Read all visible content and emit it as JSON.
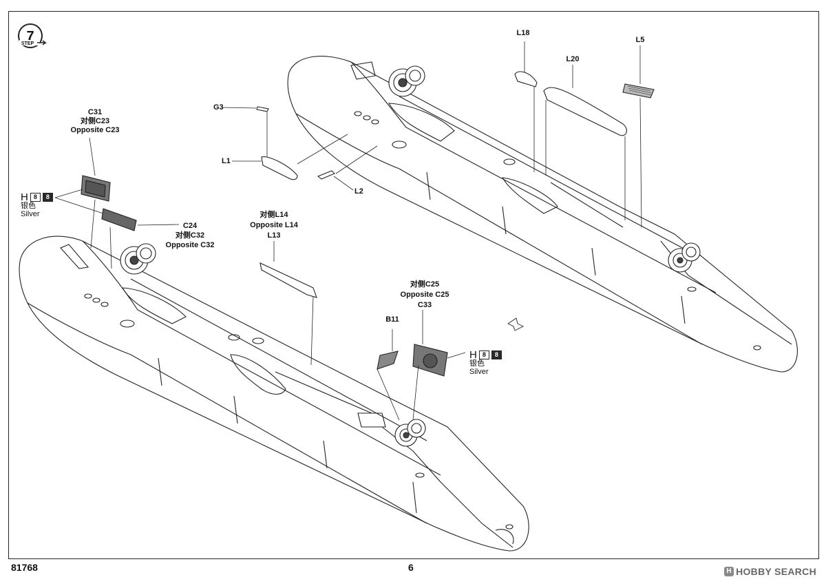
{
  "step": {
    "number": "7",
    "word": "STEP"
  },
  "labels": {
    "c31": "C31",
    "c31_cn": "对侧C23",
    "c31_opp": "Opposite C23",
    "c24": "C24",
    "c24_cn": "对侧C32",
    "c24_opp": "Opposite C32",
    "l14_cn": "对侧L14",
    "l14_opp": "Opposite L14",
    "l13": "L13",
    "c25_cn": "对侧C25",
    "c25_opp": "Opposite C25",
    "c33": "C33",
    "b11": "B11",
    "g3": "G3",
    "l1": "L1",
    "l2": "L2",
    "l18": "L18",
    "l20": "L20",
    "l5": "L5"
  },
  "paint_left": {
    "code": "H",
    "num1": "8",
    "num2": "8",
    "cn": "银色",
    "en": "Silver"
  },
  "paint_right": {
    "code": "H",
    "num1": "8",
    "num2": "8",
    "cn": "银色",
    "en": "Silver"
  },
  "footer": {
    "kit_number": "81768",
    "page": "6",
    "brand": "HOBBY SEARCH",
    "brand_mark": "H"
  }
}
